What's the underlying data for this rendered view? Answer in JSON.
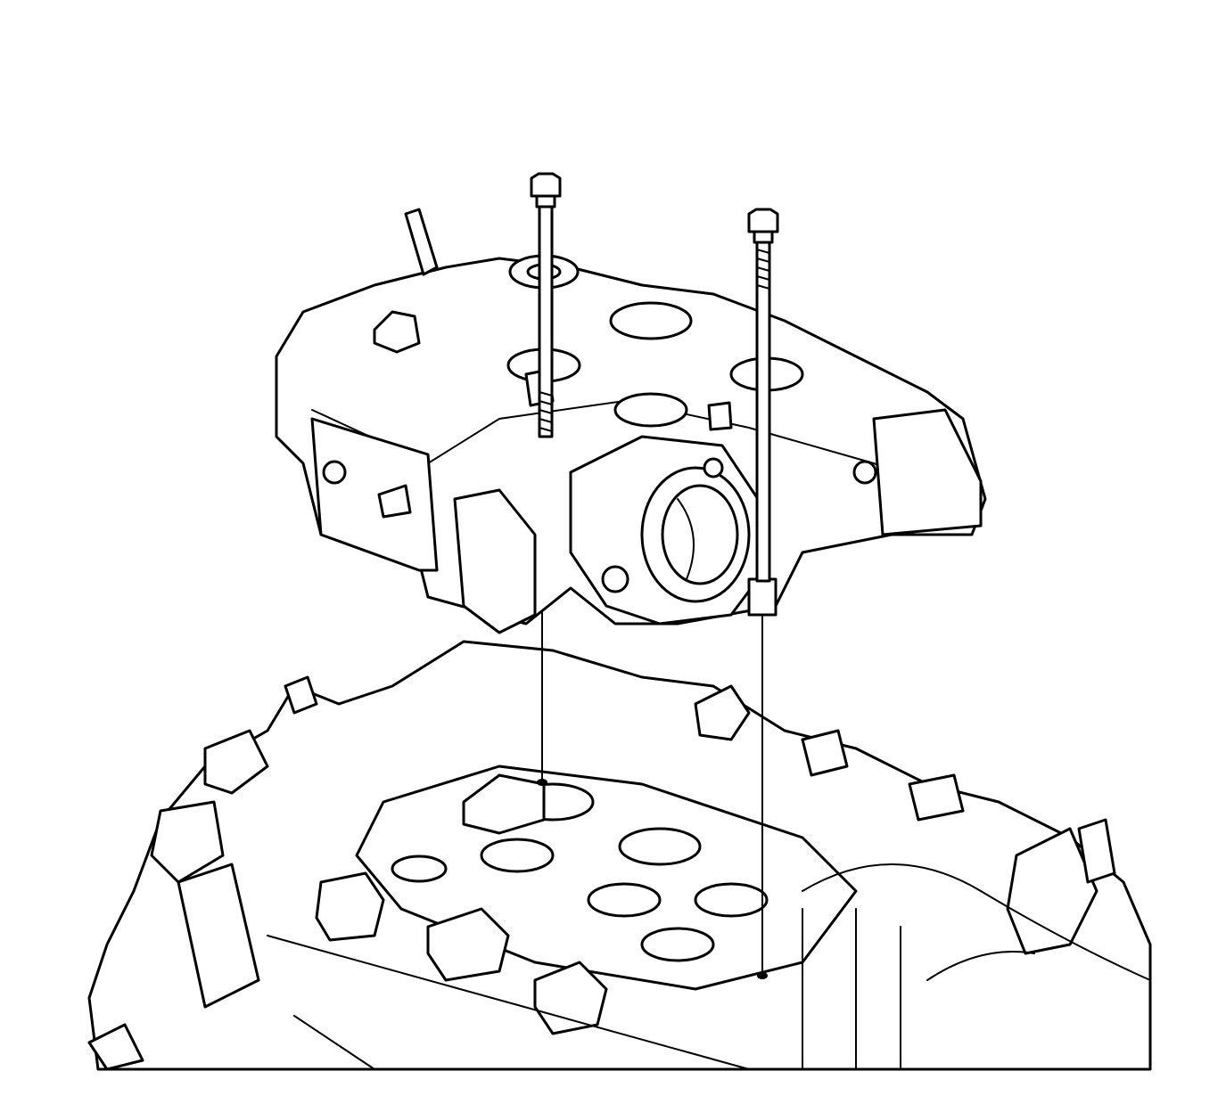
{
  "illustration": {
    "subject": "",
    "colors": {
      "line": "#000000",
      "background": "#ffffff"
    },
    "parts": [
      "bolt",
      "bolt",
      "upper-intake-manifold",
      "throttle-body",
      "lower-intake-manifold",
      "alignment-line",
      "alignment-line"
    ]
  }
}
